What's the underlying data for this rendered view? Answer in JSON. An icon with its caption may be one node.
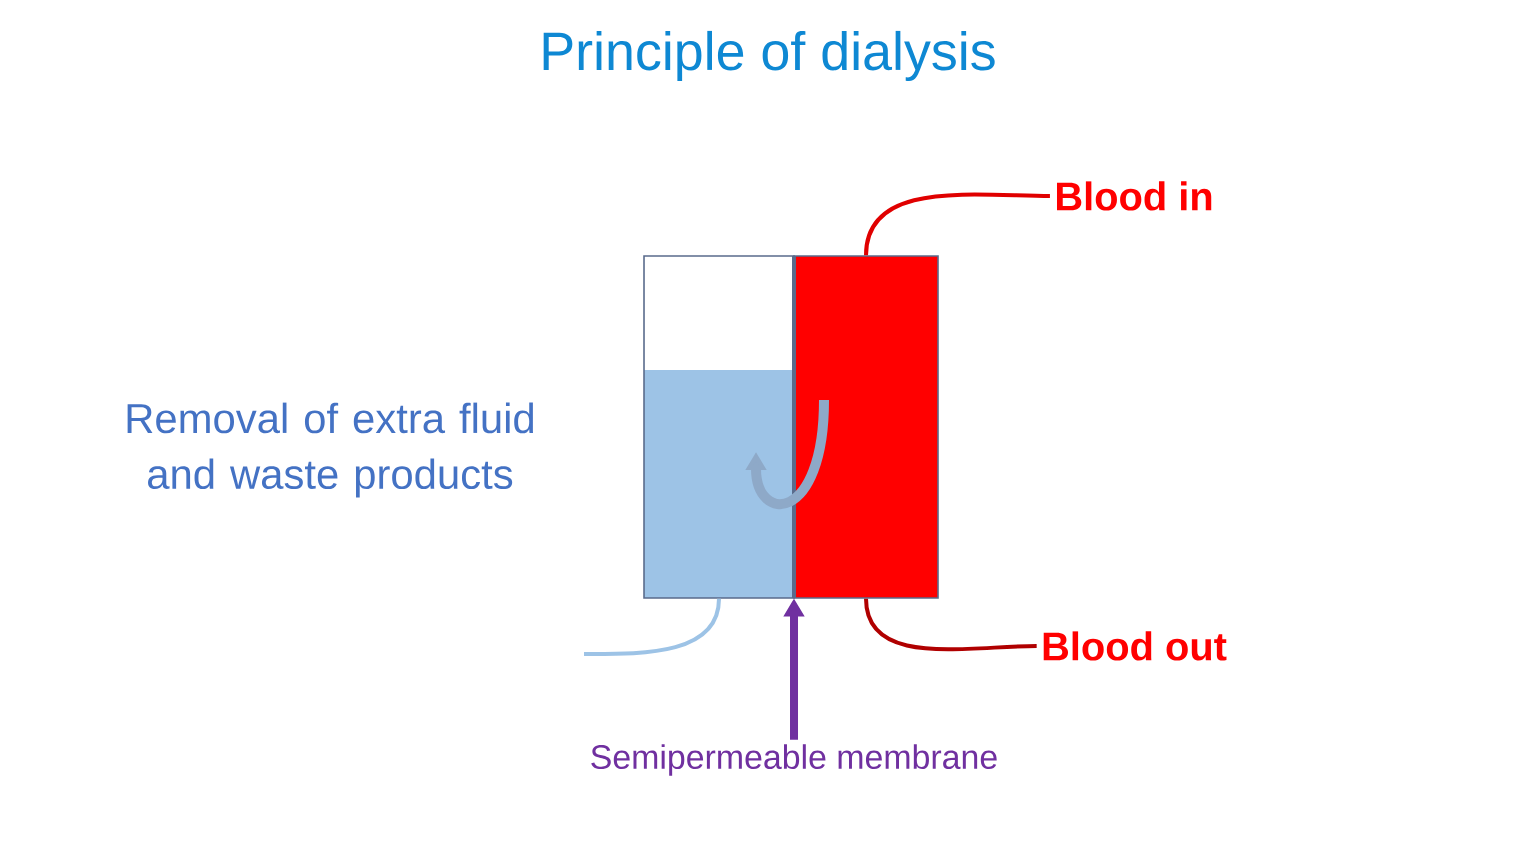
{
  "diagram": {
    "title": "Principle of dialysis",
    "nodes": [
      {
        "text": [
          "Removal of extra fluid and waste products"
        ]
      },
      {
        "text": [],
        "shape": "box"
      },
      {
        "text": [],
        "shape": "box"
      },
      {
        "text": [
          "Blood in"
        ]
      },
      {
        "text": [
          "Blood out"
        ]
      },
      {
        "text": [
          "Semipermeable membrane"
        ]
      },
      {
        "text": [],
        "shape": "bar"
      }
    ],
    "edges": [
      {
        "from": 3,
        "to": 2,
        "arrow": "none",
        "color": "#e00000"
      },
      {
        "from": 2,
        "to": 4,
        "arrow": "none",
        "color": "#b00000"
      },
      {
        "from": 1,
        "to": null,
        "arrow": "none",
        "color": "#9dc3e6"
      },
      {
        "from": 5,
        "to": 6,
        "arrow": "to",
        "style": "thick",
        "color": "#7030a0"
      },
      {
        "from": 2,
        "to": 1,
        "arrow": "to",
        "style": "thick",
        "color": "#8ea9c8"
      }
    ]
  }
}
